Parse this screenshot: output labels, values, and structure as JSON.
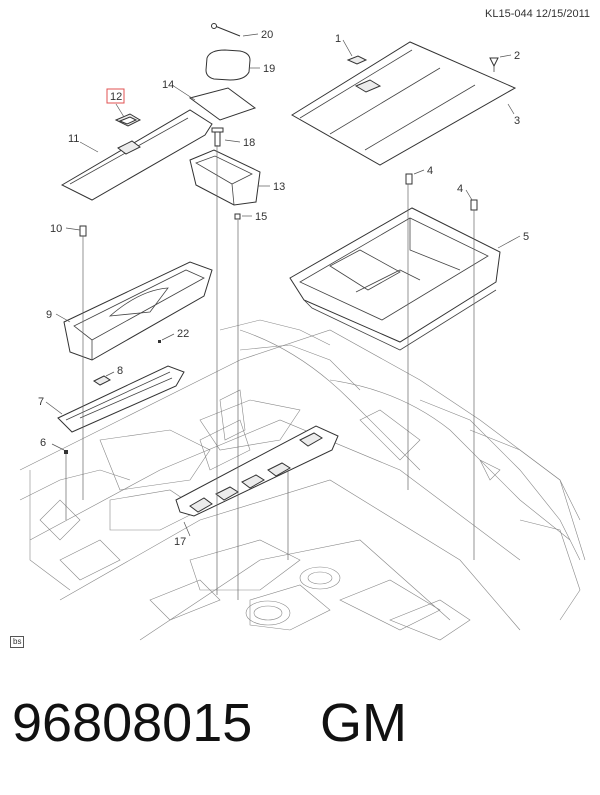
{
  "header": {
    "ref": "KL15-044 12/15/2011"
  },
  "callouts": {
    "c1": "1",
    "c2": "2",
    "c3": "3",
    "c4a": "4",
    "c4b": "4",
    "c5": "5",
    "c6": "6",
    "c7": "7",
    "c8": "8",
    "c9": "9",
    "c10": "10",
    "c11": "11",
    "c12": "12",
    "c13": "13",
    "c14": "14",
    "c15": "15",
    "c17": "17",
    "c18": "18",
    "c19": "19",
    "c20": "20",
    "c22": "22"
  },
  "highlighted_callout": "12",
  "highlight_color": "#e05050",
  "footer": {
    "tag": "bs",
    "part_number": "96808015",
    "brand": "GM"
  }
}
